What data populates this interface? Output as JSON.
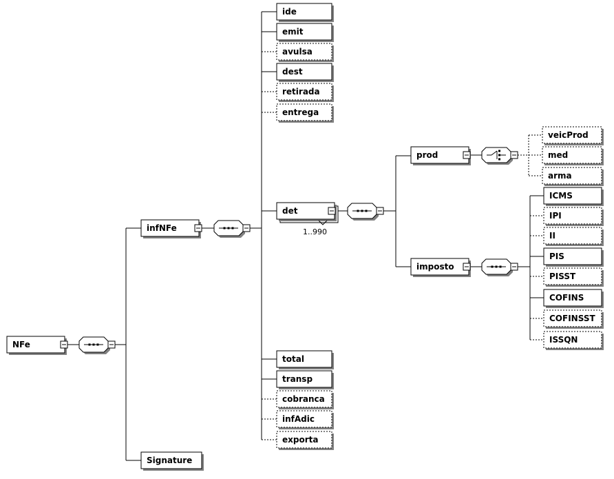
{
  "root": {
    "label": "NFe"
  },
  "level1": [
    {
      "key": "infNFe",
      "label": "infNFe"
    },
    {
      "key": "signature",
      "label": "Signature"
    }
  ],
  "infNFe_children": [
    {
      "key": "ide",
      "label": "ide",
      "optional": false
    },
    {
      "key": "emit",
      "label": "emit",
      "optional": false
    },
    {
      "key": "avulsa",
      "label": "avulsa",
      "optional": true
    },
    {
      "key": "dest",
      "label": "dest",
      "optional": false
    },
    {
      "key": "retirada",
      "label": "retirada",
      "optional": true
    },
    {
      "key": "entrega",
      "label": "entrega",
      "optional": true
    },
    {
      "key": "det",
      "label": "det",
      "optional": false,
      "cardinality": "1..990"
    },
    {
      "key": "total",
      "label": "total",
      "optional": false
    },
    {
      "key": "transp",
      "label": "transp",
      "optional": false
    },
    {
      "key": "cobranca",
      "label": "cobranca",
      "optional": true
    },
    {
      "key": "infAdic",
      "label": "infAdic",
      "optional": true
    },
    {
      "key": "exporta",
      "label": "exporta",
      "optional": true
    }
  ],
  "det_children": [
    {
      "key": "prod",
      "label": "prod"
    },
    {
      "key": "imposto",
      "label": "imposto"
    }
  ],
  "prod_children": [
    {
      "key": "veicProd",
      "label": "veicProd",
      "optional": true
    },
    {
      "key": "med",
      "label": "med",
      "optional": true
    },
    {
      "key": "arma",
      "label": "arma",
      "optional": true
    }
  ],
  "imposto_children": [
    {
      "key": "ICMS",
      "label": "ICMS",
      "optional": false
    },
    {
      "key": "IPI",
      "label": "IPI",
      "optional": true
    },
    {
      "key": "II",
      "label": "II",
      "optional": true
    },
    {
      "key": "PIS",
      "label": "PIS",
      "optional": false
    },
    {
      "key": "PISST",
      "label": "PISST",
      "optional": true
    },
    {
      "key": "COFINS",
      "label": "COFINS",
      "optional": false
    },
    {
      "key": "COFINSST",
      "label": "COFINSST",
      "optional": true
    },
    {
      "key": "ISSQN",
      "label": "ISSQN",
      "optional": true
    }
  ]
}
